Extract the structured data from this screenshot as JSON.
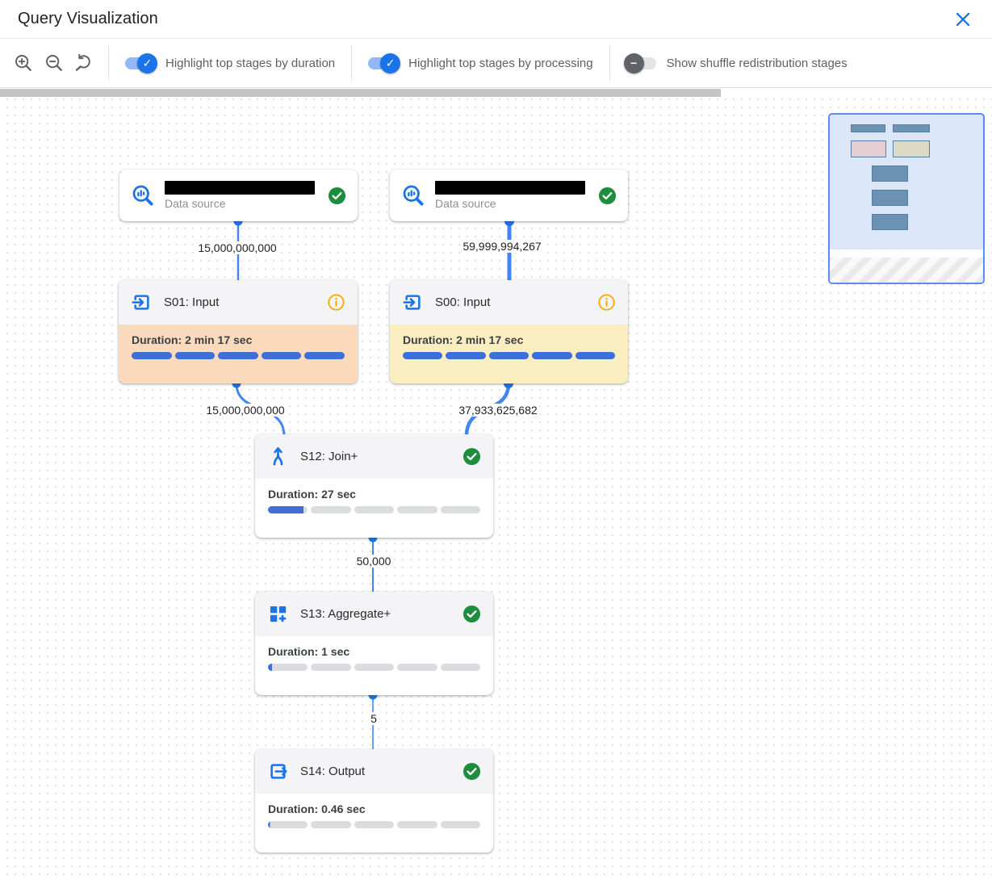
{
  "header": {
    "title": "Query Visualization"
  },
  "toolbar": {
    "zoom_buttons": [
      {
        "name": "zoom-in"
      },
      {
        "name": "zoom-out"
      },
      {
        "name": "zoom-reset"
      }
    ],
    "toggles": [
      {
        "label": "Highlight top stages by duration",
        "state": "on"
      },
      {
        "label": "Highlight top stages by processing",
        "state": "on"
      },
      {
        "label": "Show shuffle redistribution stages",
        "state": "off"
      }
    ]
  },
  "graph": {
    "nodes": [
      {
        "id": "ds1",
        "type": "data-source",
        "label": "Data source",
        "name_redacted": true,
        "status": "success"
      },
      {
        "id": "ds2",
        "type": "data-source",
        "label": "Data source",
        "name_redacted": true,
        "status": "success"
      },
      {
        "id": "s01",
        "type": "stage",
        "title": "S01: Input",
        "duration_label": "Duration: 2 min 17 sec",
        "progress_percent": 100,
        "highlight": "top-duration",
        "status": "info"
      },
      {
        "id": "s00",
        "type": "stage",
        "title": "S00: Input",
        "duration_label": "Duration: 2 min 17 sec",
        "progress_percent": 100,
        "highlight": "top-processing",
        "status": "info"
      },
      {
        "id": "s12",
        "type": "stage",
        "title": "S12: Join+",
        "duration_label": "Duration: 27 sec",
        "progress_percent": 18,
        "highlight": "none",
        "status": "success"
      },
      {
        "id": "s13",
        "type": "stage",
        "title": "S13: Aggregate+",
        "duration_label": "Duration: 1 sec",
        "progress_percent": 2,
        "highlight": "none",
        "status": "success"
      },
      {
        "id": "s14",
        "type": "stage",
        "title": "S14: Output",
        "duration_label": "Duration: 0.46 sec",
        "progress_percent": 1,
        "highlight": "none",
        "status": "success"
      }
    ],
    "edges": [
      {
        "from": "ds1",
        "to": "s01",
        "rows": "15,000,000,000"
      },
      {
        "from": "ds2",
        "to": "s00",
        "rows": "59,999,994,267"
      },
      {
        "from": "s01",
        "to": "s12",
        "rows": "15,000,000,000"
      },
      {
        "from": "s00",
        "to": "s12",
        "rows": "37,933,625,682"
      },
      {
        "from": "s12",
        "to": "s13",
        "rows": "50,000"
      },
      {
        "from": "s13",
        "to": "s14",
        "rows": "5"
      }
    ]
  },
  "colors": {
    "accent_blue": "#1a73e8",
    "edge_blue": "#4285f4",
    "progress_blue": "#3e6fd8",
    "progress_track": "#dadce0",
    "success_green": "#1e8e3e",
    "info_orange": "#f9ab00",
    "highlight_duration_bg": "#fad9bd",
    "highlight_processing_bg": "#faeec1",
    "stage_header_bg": "#f4f4f6",
    "toggle_on_track": "#93b8f5",
    "toggle_on_thumb": "#1a73e8",
    "toggle_off_thumb": "#5f6368"
  },
  "minimap": {
    "bg": "#dce6f9",
    "border": "#5b8def",
    "node_fill": "#6b92b3",
    "duration_node_fill": "#e6cdd2",
    "processing_node_fill": "#ded9c2"
  }
}
